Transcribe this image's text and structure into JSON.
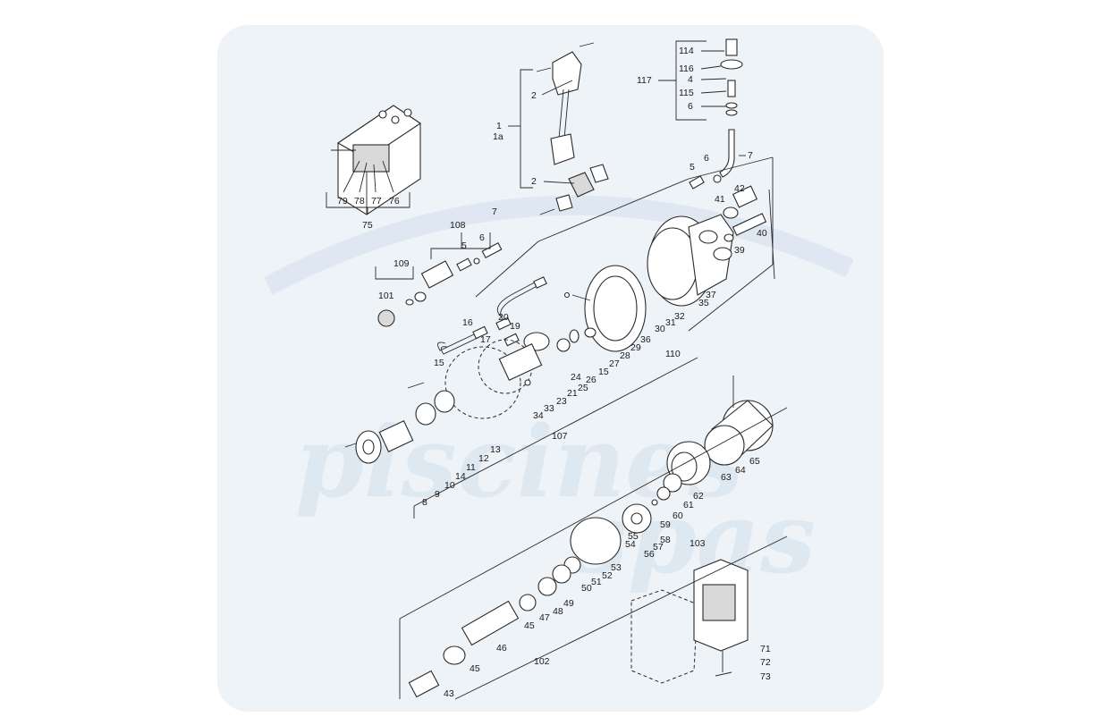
{
  "colors": {
    "backdrop": "#eef3f8",
    "watermark": "#dde7f1",
    "ink": "#2a2a2a"
  },
  "watermark": {
    "line1": "piscines",
    "line2": "spas"
  },
  "callouts": [
    "1",
    "1a",
    "2",
    "2",
    "114",
    "116",
    "4",
    "115",
    "6",
    "117",
    "7",
    "5",
    "6",
    "42",
    "41",
    "40",
    "39",
    "79",
    "78",
    "77",
    "76",
    "75",
    "108",
    "7",
    "5",
    "6",
    "109",
    "101",
    "37",
    "35",
    "36",
    "32",
    "31",
    "30",
    "110",
    "16",
    "20",
    "19",
    "17",
    "15",
    "29",
    "28",
    "27",
    "15",
    "24",
    "26",
    "25",
    "21",
    "23",
    "33",
    "34",
    "107",
    "14",
    "12",
    "13",
    "11",
    "10",
    "9",
    "8",
    "64",
    "65",
    "63",
    "62",
    "61",
    "60",
    "59",
    "58",
    "57",
    "56",
    "55",
    "54",
    "103",
    "53",
    "52",
    "51",
    "50",
    "49",
    "48",
    "47",
    "45",
    "46",
    "102",
    "45",
    "43",
    "71",
    "72",
    "73"
  ]
}
